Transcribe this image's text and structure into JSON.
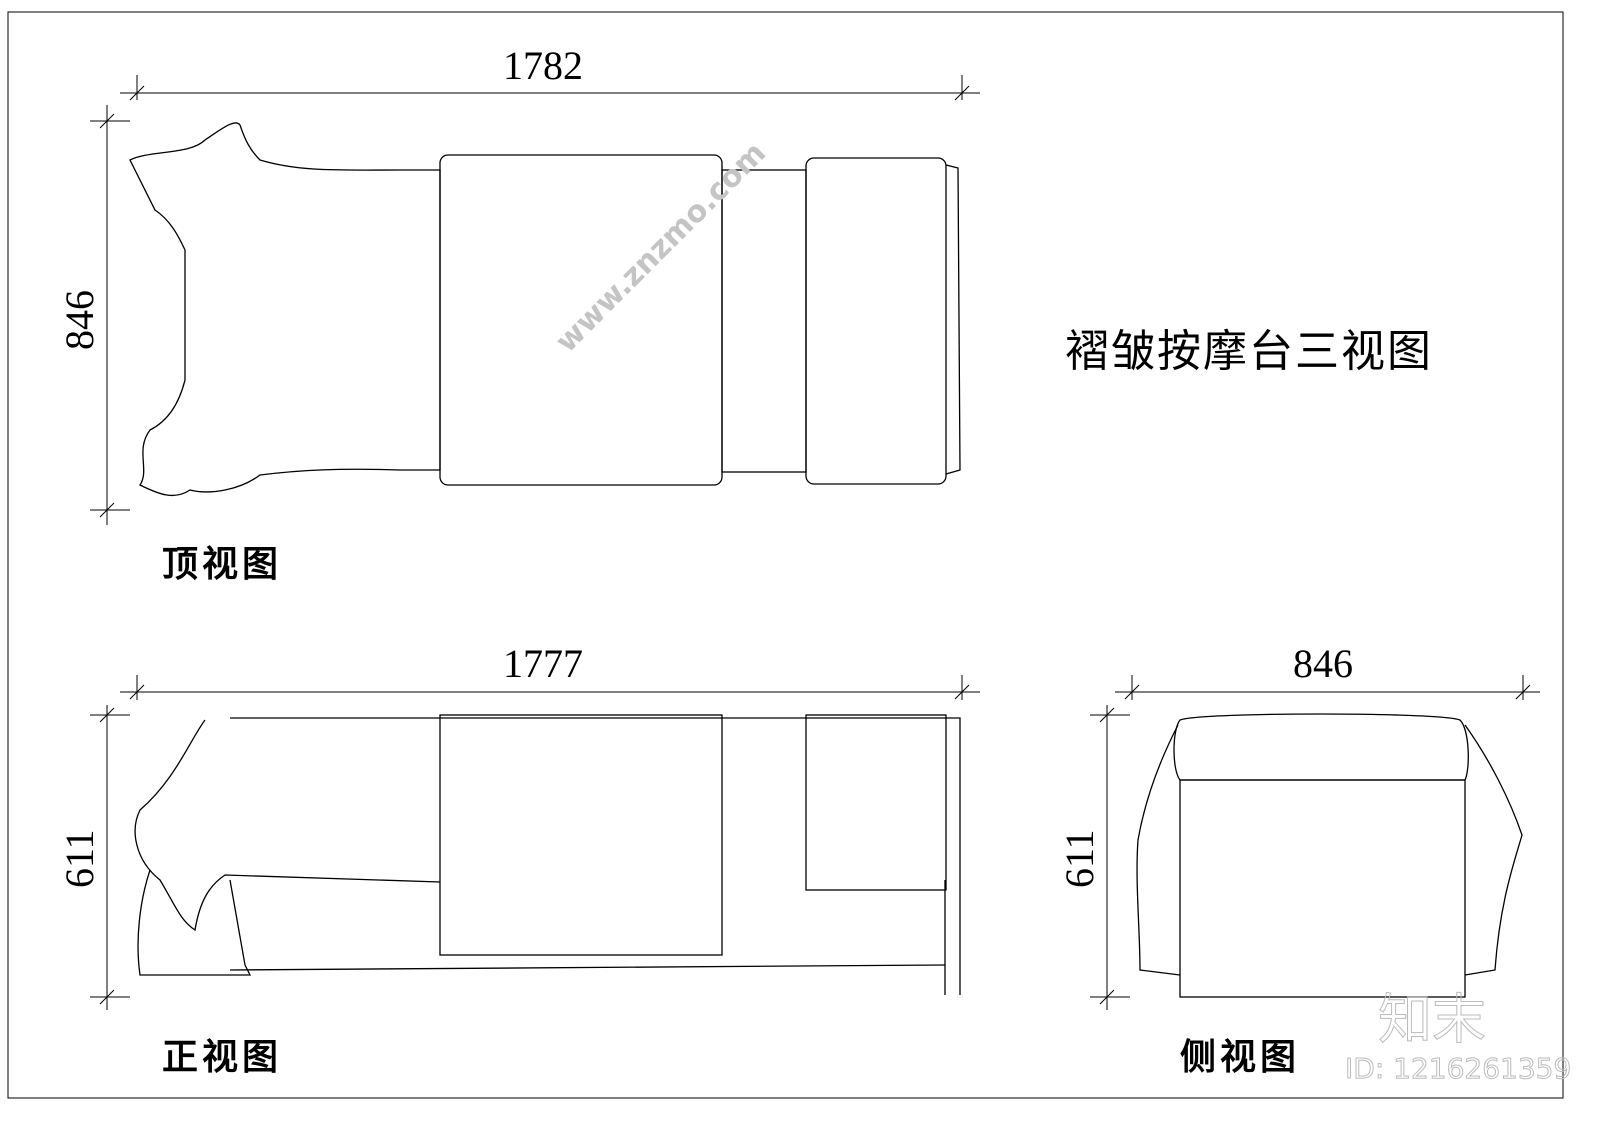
{
  "title": "褶皱按摩台三视图",
  "views": {
    "top": {
      "label": "顶视图",
      "width_dim": "1782",
      "depth_dim": "846"
    },
    "front": {
      "label": "正视图",
      "width_dim": "1777",
      "height_dim": "611"
    },
    "side": {
      "label": "侧视图",
      "width_dim": "846",
      "height_dim": "611"
    }
  },
  "watermark": {
    "logo": "知末",
    "id": "ID: 1216261359",
    "site": "www.znzmo.com"
  }
}
